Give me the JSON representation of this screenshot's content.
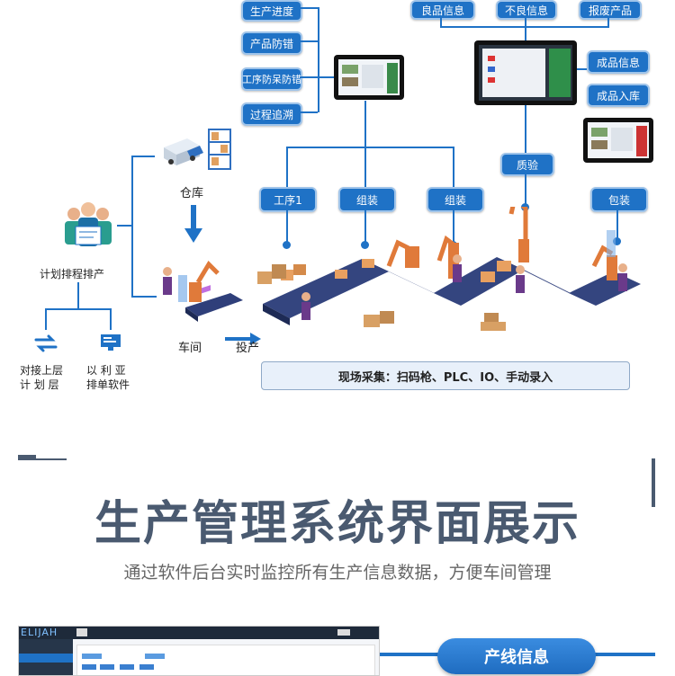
{
  "top_labels": {
    "prod_progress": "生产进度",
    "product_error": "产品防错",
    "process_error": "工序防呆防错",
    "trace": "过程追溯",
    "good_info": "良品信息",
    "bad_info": "不良信息",
    "scrap": "报废产品",
    "finished_info": "成品信息",
    "finished_in": "成品入库",
    "quality": "质验",
    "packing": "包装",
    "process1": "工序1",
    "assembly1": "组装",
    "assembly2": "组装"
  },
  "left": {
    "warehouse": "仓库",
    "planning": "计划排程排产",
    "workshop": "车间",
    "feed": "投产",
    "upper_line1": "对接上层",
    "upper_line2": "计 划 层",
    "yilia_line1": "以 利 亚",
    "yilia_line2": "排单软件"
  },
  "collect": "现场采集：扫码枪、PLC、IO、手动录入",
  "section": {
    "title": "生产管理系统界面展示",
    "subtitle": "通过软件后台实时监控所有生产信息数据，方便车间管理"
  },
  "bottom": {
    "brand": "ELIJAH",
    "button": "产线信息"
  },
  "colors": {
    "accent": "#1f72c6",
    "title": "#4a5a70"
  }
}
